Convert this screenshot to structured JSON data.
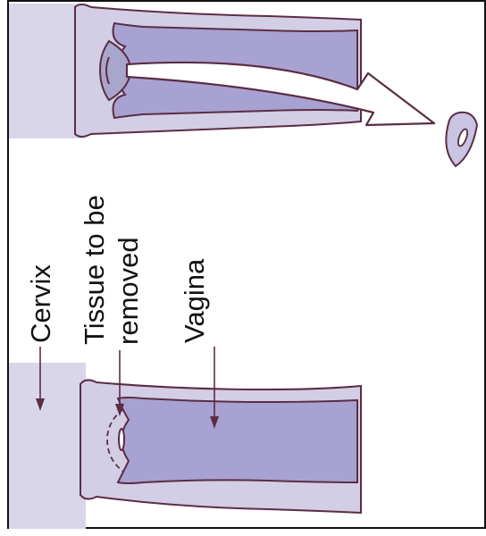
{
  "labels": {
    "cervix": "Cervix",
    "tissue_line1": "Tissue to be",
    "tissue_line2": "removed",
    "vagina": "Vagina"
  },
  "colors": {
    "cervix_fill": "#d9d6ea",
    "vagina_fill": "#a8a2d2",
    "wall_fill": "#d2cee6",
    "outline": "#5b2d44",
    "cervix_tip": "#a9a6ce",
    "text": "#111111",
    "frame": "#111111"
  }
}
